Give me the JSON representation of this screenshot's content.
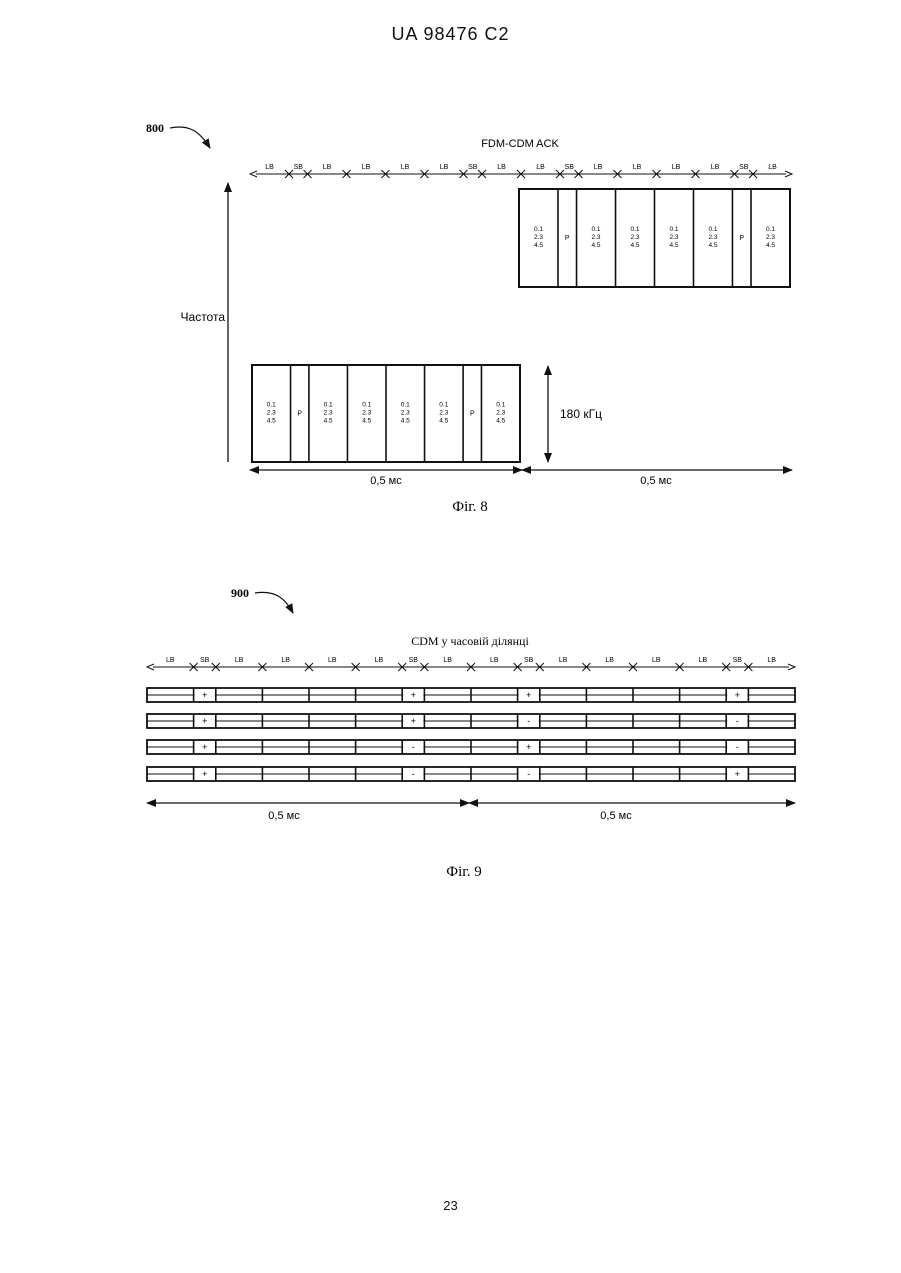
{
  "header": "UA   98476   C2",
  "page_number": "23",
  "fig8": {
    "ref": "800",
    "title": "FDM-CDM ACK",
    "ylabel": "Частота",
    "segments": [
      "LB",
      "SB",
      "LB",
      "LB",
      "LB",
      "LB",
      "SB",
      "LB",
      "LB",
      "SB",
      "LB",
      "LB",
      "LB",
      "LB",
      "SB",
      "LB"
    ],
    "cell_text": [
      "0.1",
      "2.3",
      "4.5"
    ],
    "pilot": "P",
    "bandwidth": "180 кГц",
    "dur1": "0,5 мс",
    "dur2": "0,5 мс",
    "caption": "Фіг. 8"
  },
  "fig9": {
    "ref": "900",
    "title": "CDM у часовій ділянці",
    "segments": [
      "LB",
      "SB",
      "LB",
      "LB",
      "LB",
      "LB",
      "SB",
      "LB",
      "LB",
      "SB",
      "LB",
      "LB",
      "LB",
      "LB",
      "SB",
      "LB"
    ],
    "rows": [
      [
        "+",
        "+",
        "+",
        "+"
      ],
      [
        "+",
        "+",
        "-",
        "-"
      ],
      [
        "+",
        "-",
        "+",
        "-"
      ],
      [
        "+",
        "-",
        "-",
        "+"
      ]
    ],
    "dur1": "0,5 мс",
    "dur2": "0,5 мс",
    "caption": "Фіг. 9"
  }
}
